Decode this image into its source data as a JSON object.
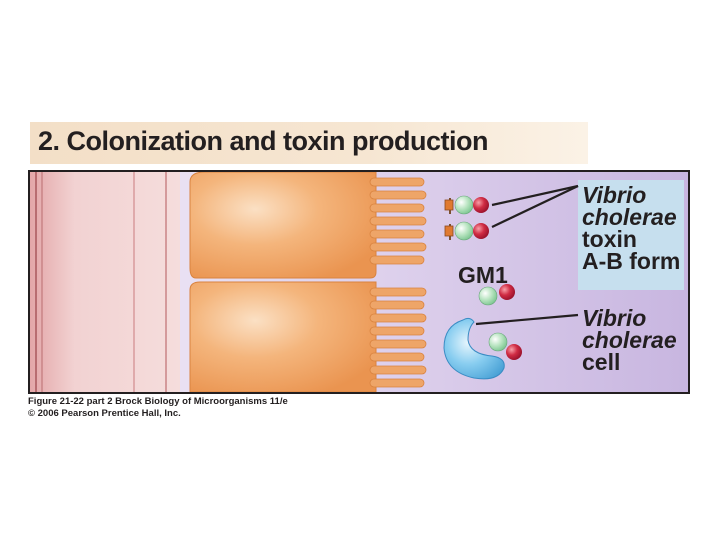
{
  "title": "2. Colonization and toxin production",
  "labels": {
    "toxin_line1": "Vibrio",
    "toxin_line2": "cholerae",
    "toxin_line3": "toxin",
    "toxin_line4": "A-B form",
    "gm1": "GM1",
    "cell_line1": "Vibrio",
    "cell_line2": "cholerae",
    "cell_line3": "cell"
  },
  "caption": {
    "line1": "Figure 21-22 part 2  Brock Biology of Microorganisms 11/e",
    "line2": "© 2006 Pearson Prentice Hall, Inc."
  },
  "colors": {
    "tissue": "#e8b8b8",
    "epithelial_cell": "#f0a060",
    "lumen": "#d8c8e8",
    "label_box": "#bcd8e8",
    "receptor": "#e07030",
    "toxin_b_subunit": "#a8e0b0",
    "toxin_a_subunit": "#c8203a",
    "bacterium": "#60b8e8"
  }
}
